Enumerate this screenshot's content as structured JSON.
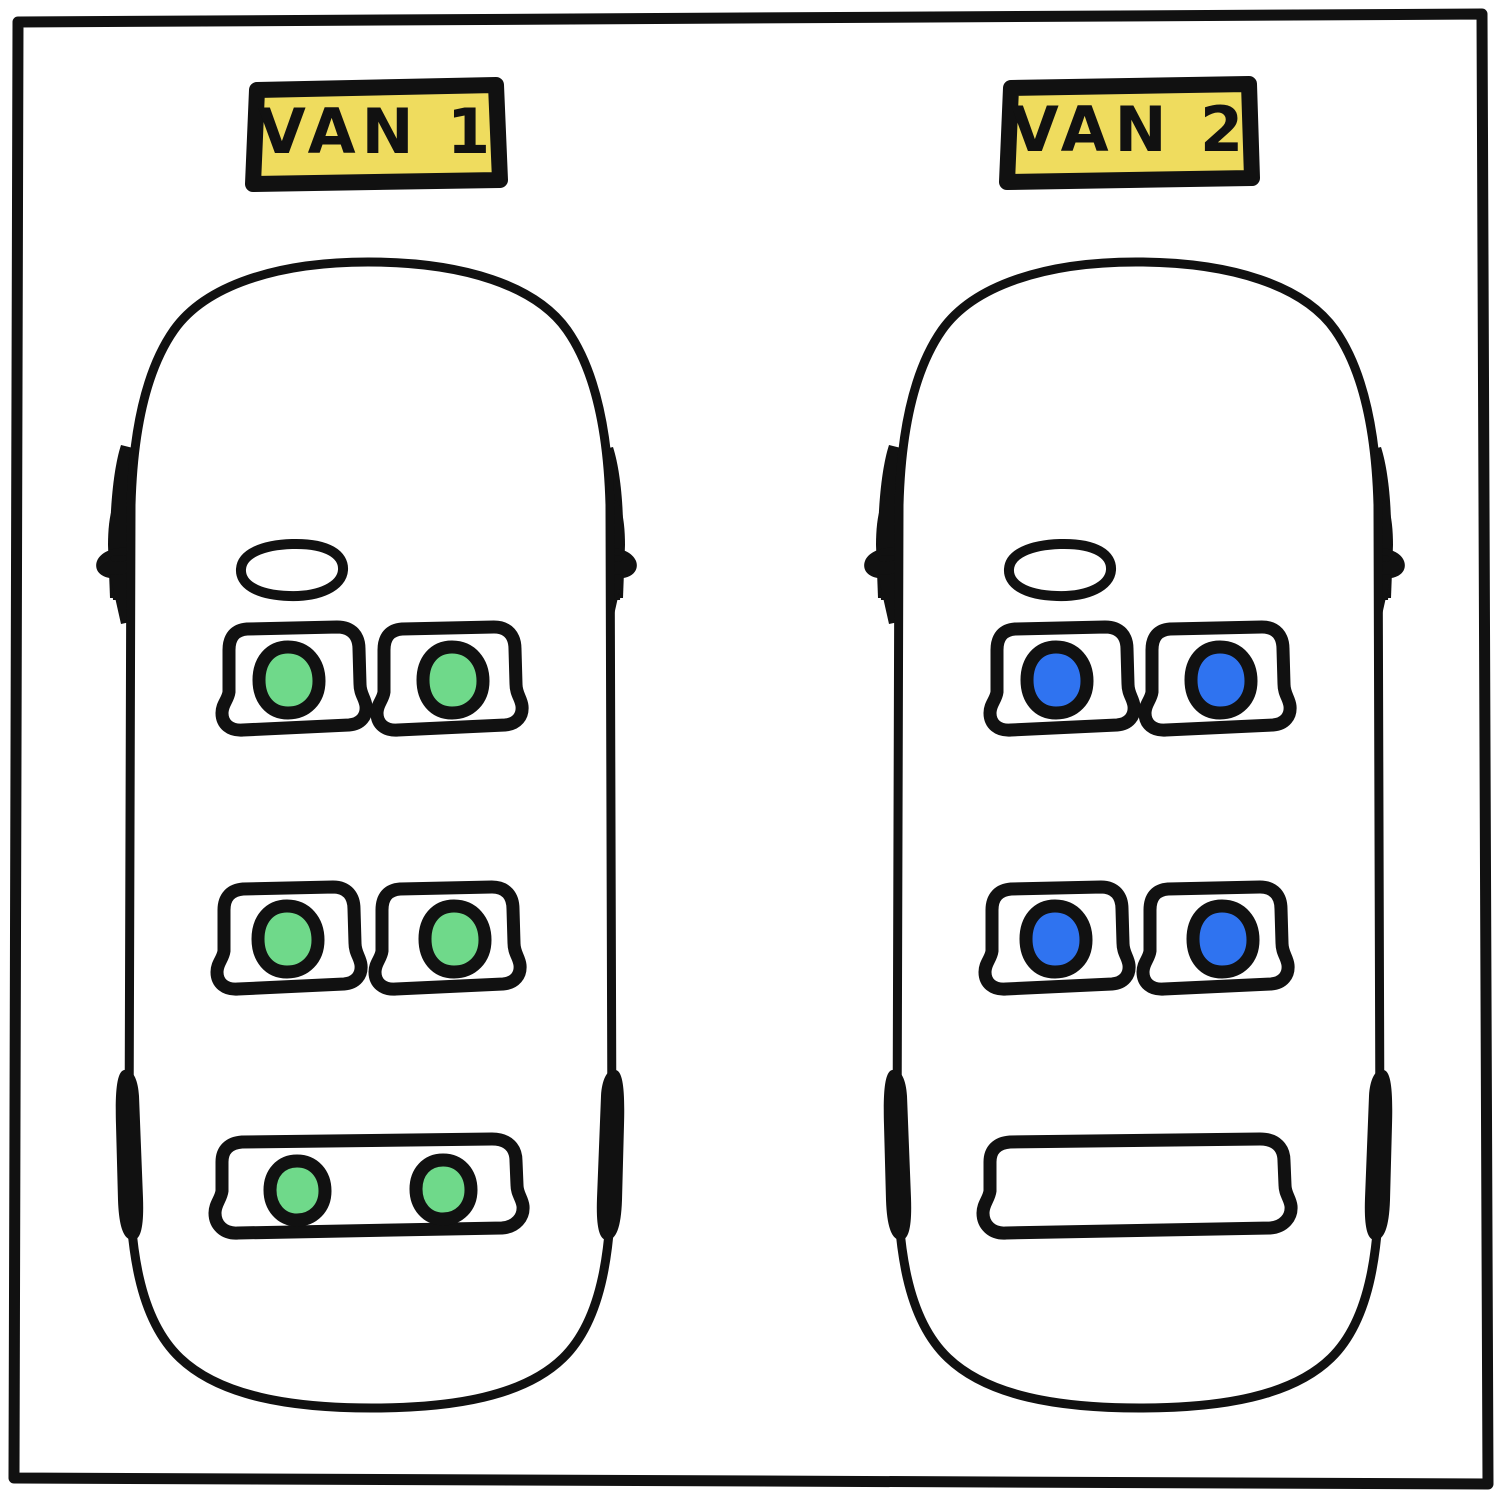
{
  "diagram": {
    "title": "Van seating occupancy diagram",
    "background_color": "#ffffff",
    "frame": {
      "stroke_color": "#111111",
      "stroke_width": 9
    },
    "colors": {
      "ink": "#111111",
      "label_fill": "#EFDC5E",
      "occupant_green": "#6FD98A",
      "occupant_blue": "#2F73F0",
      "body_fill": "#ffffff"
    }
  },
  "vans": [
    {
      "id": "van-1",
      "label": "VAN 1",
      "occupant_color": "#6FD98A",
      "occupant_color_name": "green",
      "total_occupants": 6,
      "rows": [
        {
          "name": "front-row",
          "type": "bucket-seats",
          "seat_count": 2,
          "occupied": [
            true,
            true
          ]
        },
        {
          "name": "middle-row",
          "type": "bucket-seats",
          "seat_count": 2,
          "occupied": [
            true,
            true
          ]
        },
        {
          "name": "rear-row",
          "type": "bench",
          "seat_count": 2,
          "occupied": [
            true,
            true
          ]
        }
      ]
    },
    {
      "id": "van-2",
      "label": "VAN 2",
      "occupant_color": "#2F73F0",
      "occupant_color_name": "blue",
      "total_occupants": 4,
      "rows": [
        {
          "name": "front-row",
          "type": "bucket-seats",
          "seat_count": 2,
          "occupied": [
            true,
            true
          ]
        },
        {
          "name": "middle-row",
          "type": "bucket-seats",
          "seat_count": 2,
          "occupied": [
            true,
            true
          ]
        },
        {
          "name": "rear-row",
          "type": "bench",
          "seat_count": 2,
          "occupied": [
            false,
            false
          ]
        }
      ]
    }
  ],
  "icons": {
    "steering_wheel": "steering-wheel-icon",
    "mirror": "side-mirror-icon",
    "pillar": "door-pillar-icon"
  }
}
